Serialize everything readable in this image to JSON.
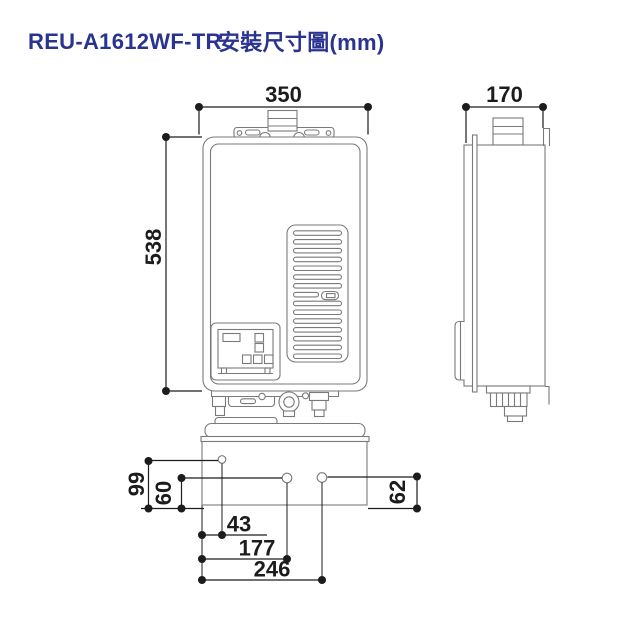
{
  "title": {
    "model": "REU-A1612WF-TR",
    "caption": "安裝尺寸圖(mm)"
  },
  "colors": {
    "title": "#2a3390",
    "drawing_line": "#7a7a7a",
    "dimension_line": "#1c1c1c",
    "background": "#ffffff"
  },
  "dimensions": {
    "front_width_mm": "350",
    "front_height_mm": "538",
    "side_depth_mm": "170",
    "left_hole_from_bottom_mm": "99",
    "center_holes_from_bottom_mm": "60",
    "right_hole_from_bottom_mm": "62",
    "hole1_from_left_mm": "43",
    "hole2_from_left_mm": "177",
    "hole3_from_left_mm": "246"
  }
}
